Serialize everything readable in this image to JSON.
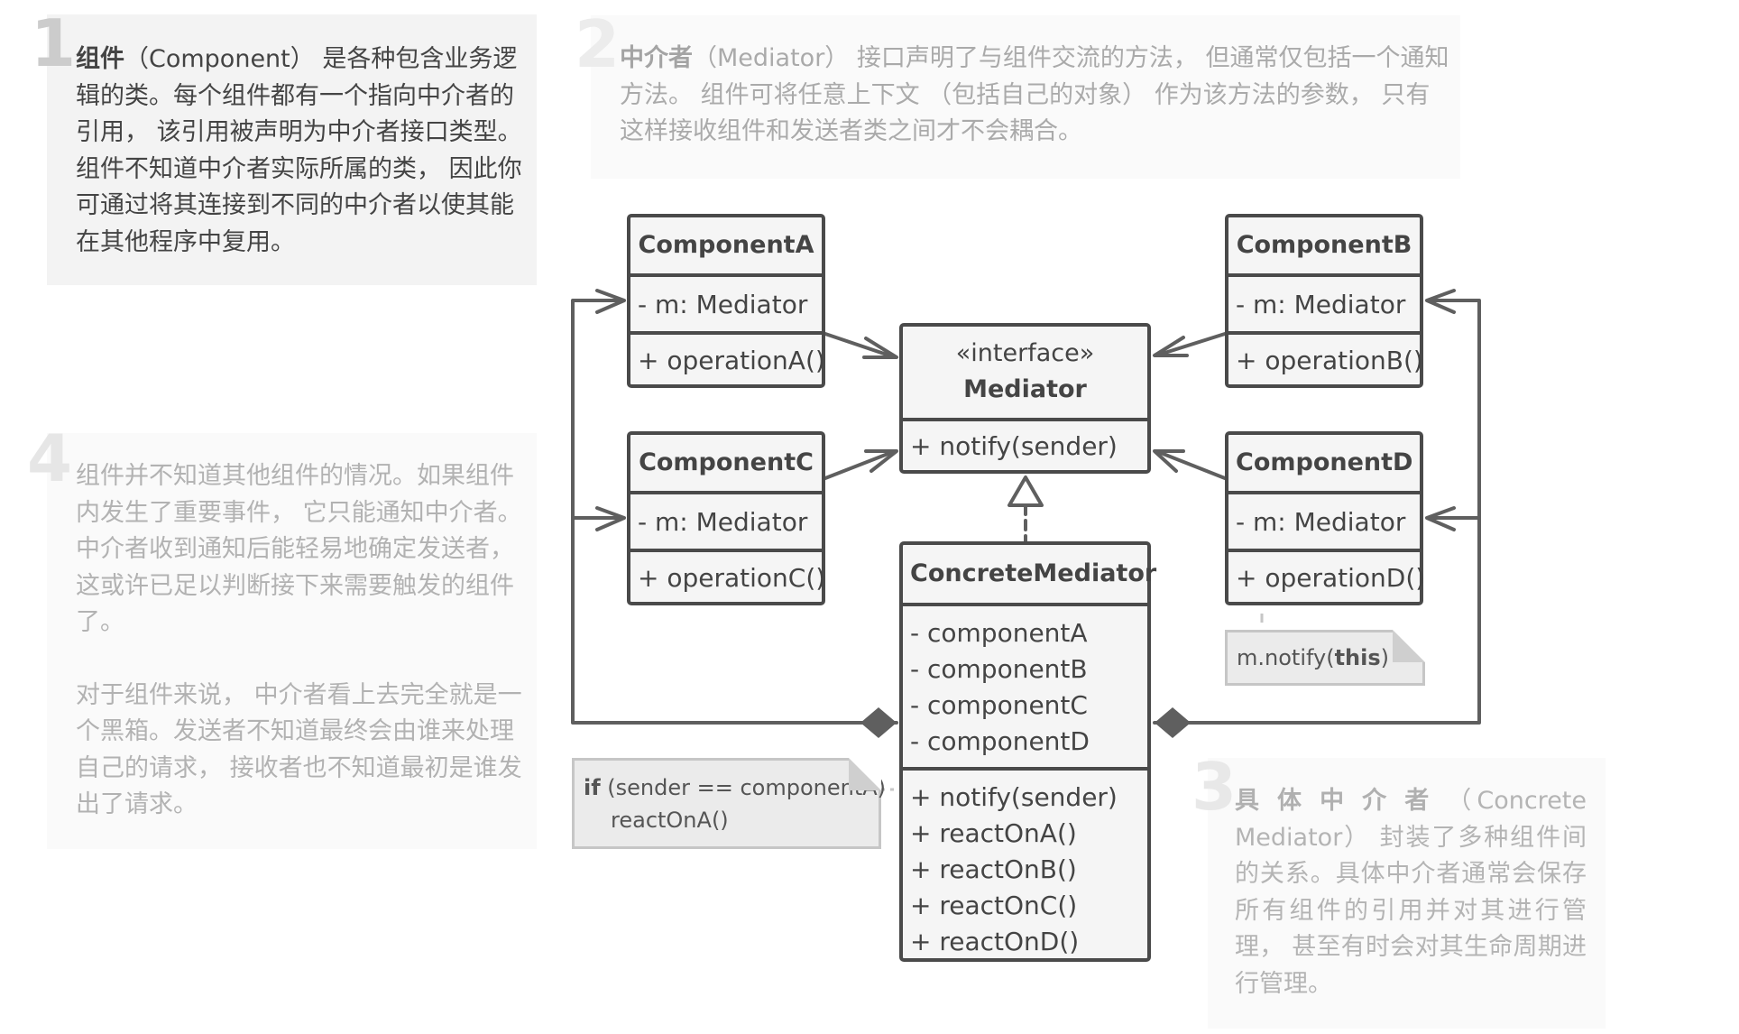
{
  "notes": {
    "note1": {
      "number": "1",
      "bold": "组件",
      "text": "（Component） 是各种包含业务逻辑的类。每个组件都有一个指向中介者的引用， 该引用被声明为中介者接口类型。 组件不知道中介者实际所属的类， 因此你可通过将其连接到不同的中介者以使其能在其他程序中复用。"
    },
    "note2": {
      "number": "2",
      "bold": "中介者",
      "text": "（Mediator） 接口声明了与组件交流的方法， 但通常仅包括一个通知方法。 组件可将任意上下文 （包括自己的对象） 作为该方法的参数， 只有这样接收组件和发送者类之间才不会耦合。"
    },
    "note3": {
      "number": "3",
      "bold": "具体中介者",
      "text": "（Concrete Mediator） 封装了多种组件间的关系。具体中介者通常会保存所有组件的引用并对其进行管理， 甚至有时会对其生命周期进行管理。"
    },
    "note4": {
      "number": "4",
      "paragraph1": "组件并不知道其他组件的情况。如果组件内发生了重要事件， 它只能通知中介者。中介者收到通知后能轻易地确定发送者， 这或许已足以判断接下来需要触发的组件了。",
      "paragraph2": "对于组件来说， 中介者看上去完全就是一个黑箱。发送者不知道最终会由谁来处理自己的请求， 接收者也不知道最初是谁发出了请求。"
    }
  },
  "classes": {
    "componentA": {
      "name": "ComponentA",
      "field": "- m: Mediator",
      "method": "+ operationA()"
    },
    "componentB": {
      "name": "ComponentB",
      "field": "- m: Mediator",
      "method": "+ operationB()"
    },
    "componentC": {
      "name": "ComponentC",
      "field": "- m: Mediator",
      "method": "+ operationC()"
    },
    "componentD": {
      "name": "ComponentD",
      "field": "- m: Mediator",
      "method": "+ operationD()"
    },
    "mediator": {
      "stereotype": "«interface»",
      "name": "Mediator",
      "method": "+ notify(sender)"
    },
    "concreteMediator": {
      "name": "ConcreteMediator",
      "fields": [
        "- componentA",
        "- componentB",
        "- componentC",
        "- componentD"
      ],
      "methods": [
        "+ notify(sender)",
        "+ reactOnA()",
        "+ reactOnB()",
        "+ reactOnC()",
        "+ reactOnD()"
      ]
    }
  },
  "code_notes": {
    "notify_impl": {
      "keyword": "if",
      "condition": " (sender == componentA)",
      "line2": "reactOnA()"
    },
    "component_call": {
      "prefix": "m.notify(",
      "keyword": "this",
      "suffix": ")"
    }
  },
  "colors": {
    "line": "#5f5f5f",
    "box_border": "#4a4a4a",
    "box_fill": "#f5f5f5",
    "note_fill": "#ebebeb"
  }
}
